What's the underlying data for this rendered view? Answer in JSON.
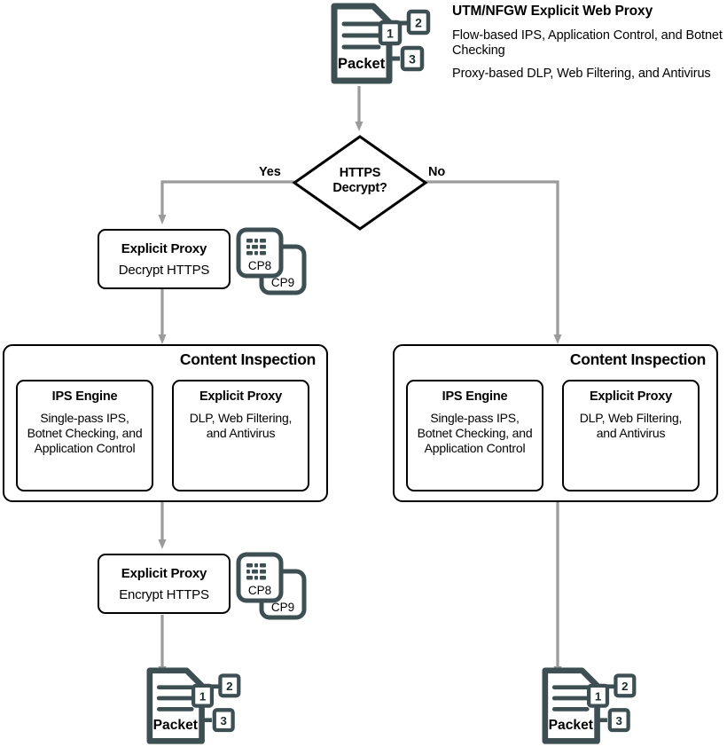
{
  "meta": {
    "diagram_title": "UTM/NFGW Explicit Web Proxy packet flow",
    "colors": {
      "icon_dark": "#3d4f52",
      "connector_gray": "#9b9b9b",
      "shape_stroke": "#000000",
      "background": "#ffffff"
    }
  },
  "legend": {
    "title": "UTM/NFGW Explicit Web Proxy",
    "line1": "Flow-based IPS, Application Control, and Botnet Checking",
    "line2": "Proxy-based DLP, Web Filtering, and Antivirus"
  },
  "packets": {
    "top": {
      "label": "Packet",
      "badges": [
        "1",
        "2",
        "3"
      ]
    },
    "bottom_left": {
      "label": "Packet",
      "badges": [
        "1",
        "2",
        "3"
      ]
    },
    "bottom_right": {
      "label": "Packet",
      "badges": [
        "1",
        "2",
        "3"
      ]
    }
  },
  "decision": {
    "line1": "HTTPS",
    "line2": "Decrypt?",
    "yes_label": "Yes",
    "no_label": "No"
  },
  "decrypt_box": {
    "title": "Explicit Proxy",
    "subtitle": "Decrypt HTTPS"
  },
  "encrypt_box": {
    "title": "Explicit Proxy",
    "subtitle": "Encrypt HTTPS"
  },
  "cp_chips": {
    "front_label": "CP8",
    "back_label": "CP9"
  },
  "content_inspection_left": {
    "heading": "Content Inspection",
    "panels": [
      {
        "title": "IPS Engine",
        "body": "Single-pass IPS, Botnet Checking, and Application Control"
      },
      {
        "title": "Explicit Proxy",
        "body": "DLP, Web Filtering, and Antivirus"
      }
    ]
  },
  "content_inspection_right": {
    "heading": "Content Inspection",
    "panels": [
      {
        "title": "IPS Engine",
        "body": "Single-pass IPS, Botnet Checking, and Application Control"
      },
      {
        "title": "Explicit Proxy",
        "body": "DLP, Web Filtering, and Antivirus"
      }
    ]
  }
}
